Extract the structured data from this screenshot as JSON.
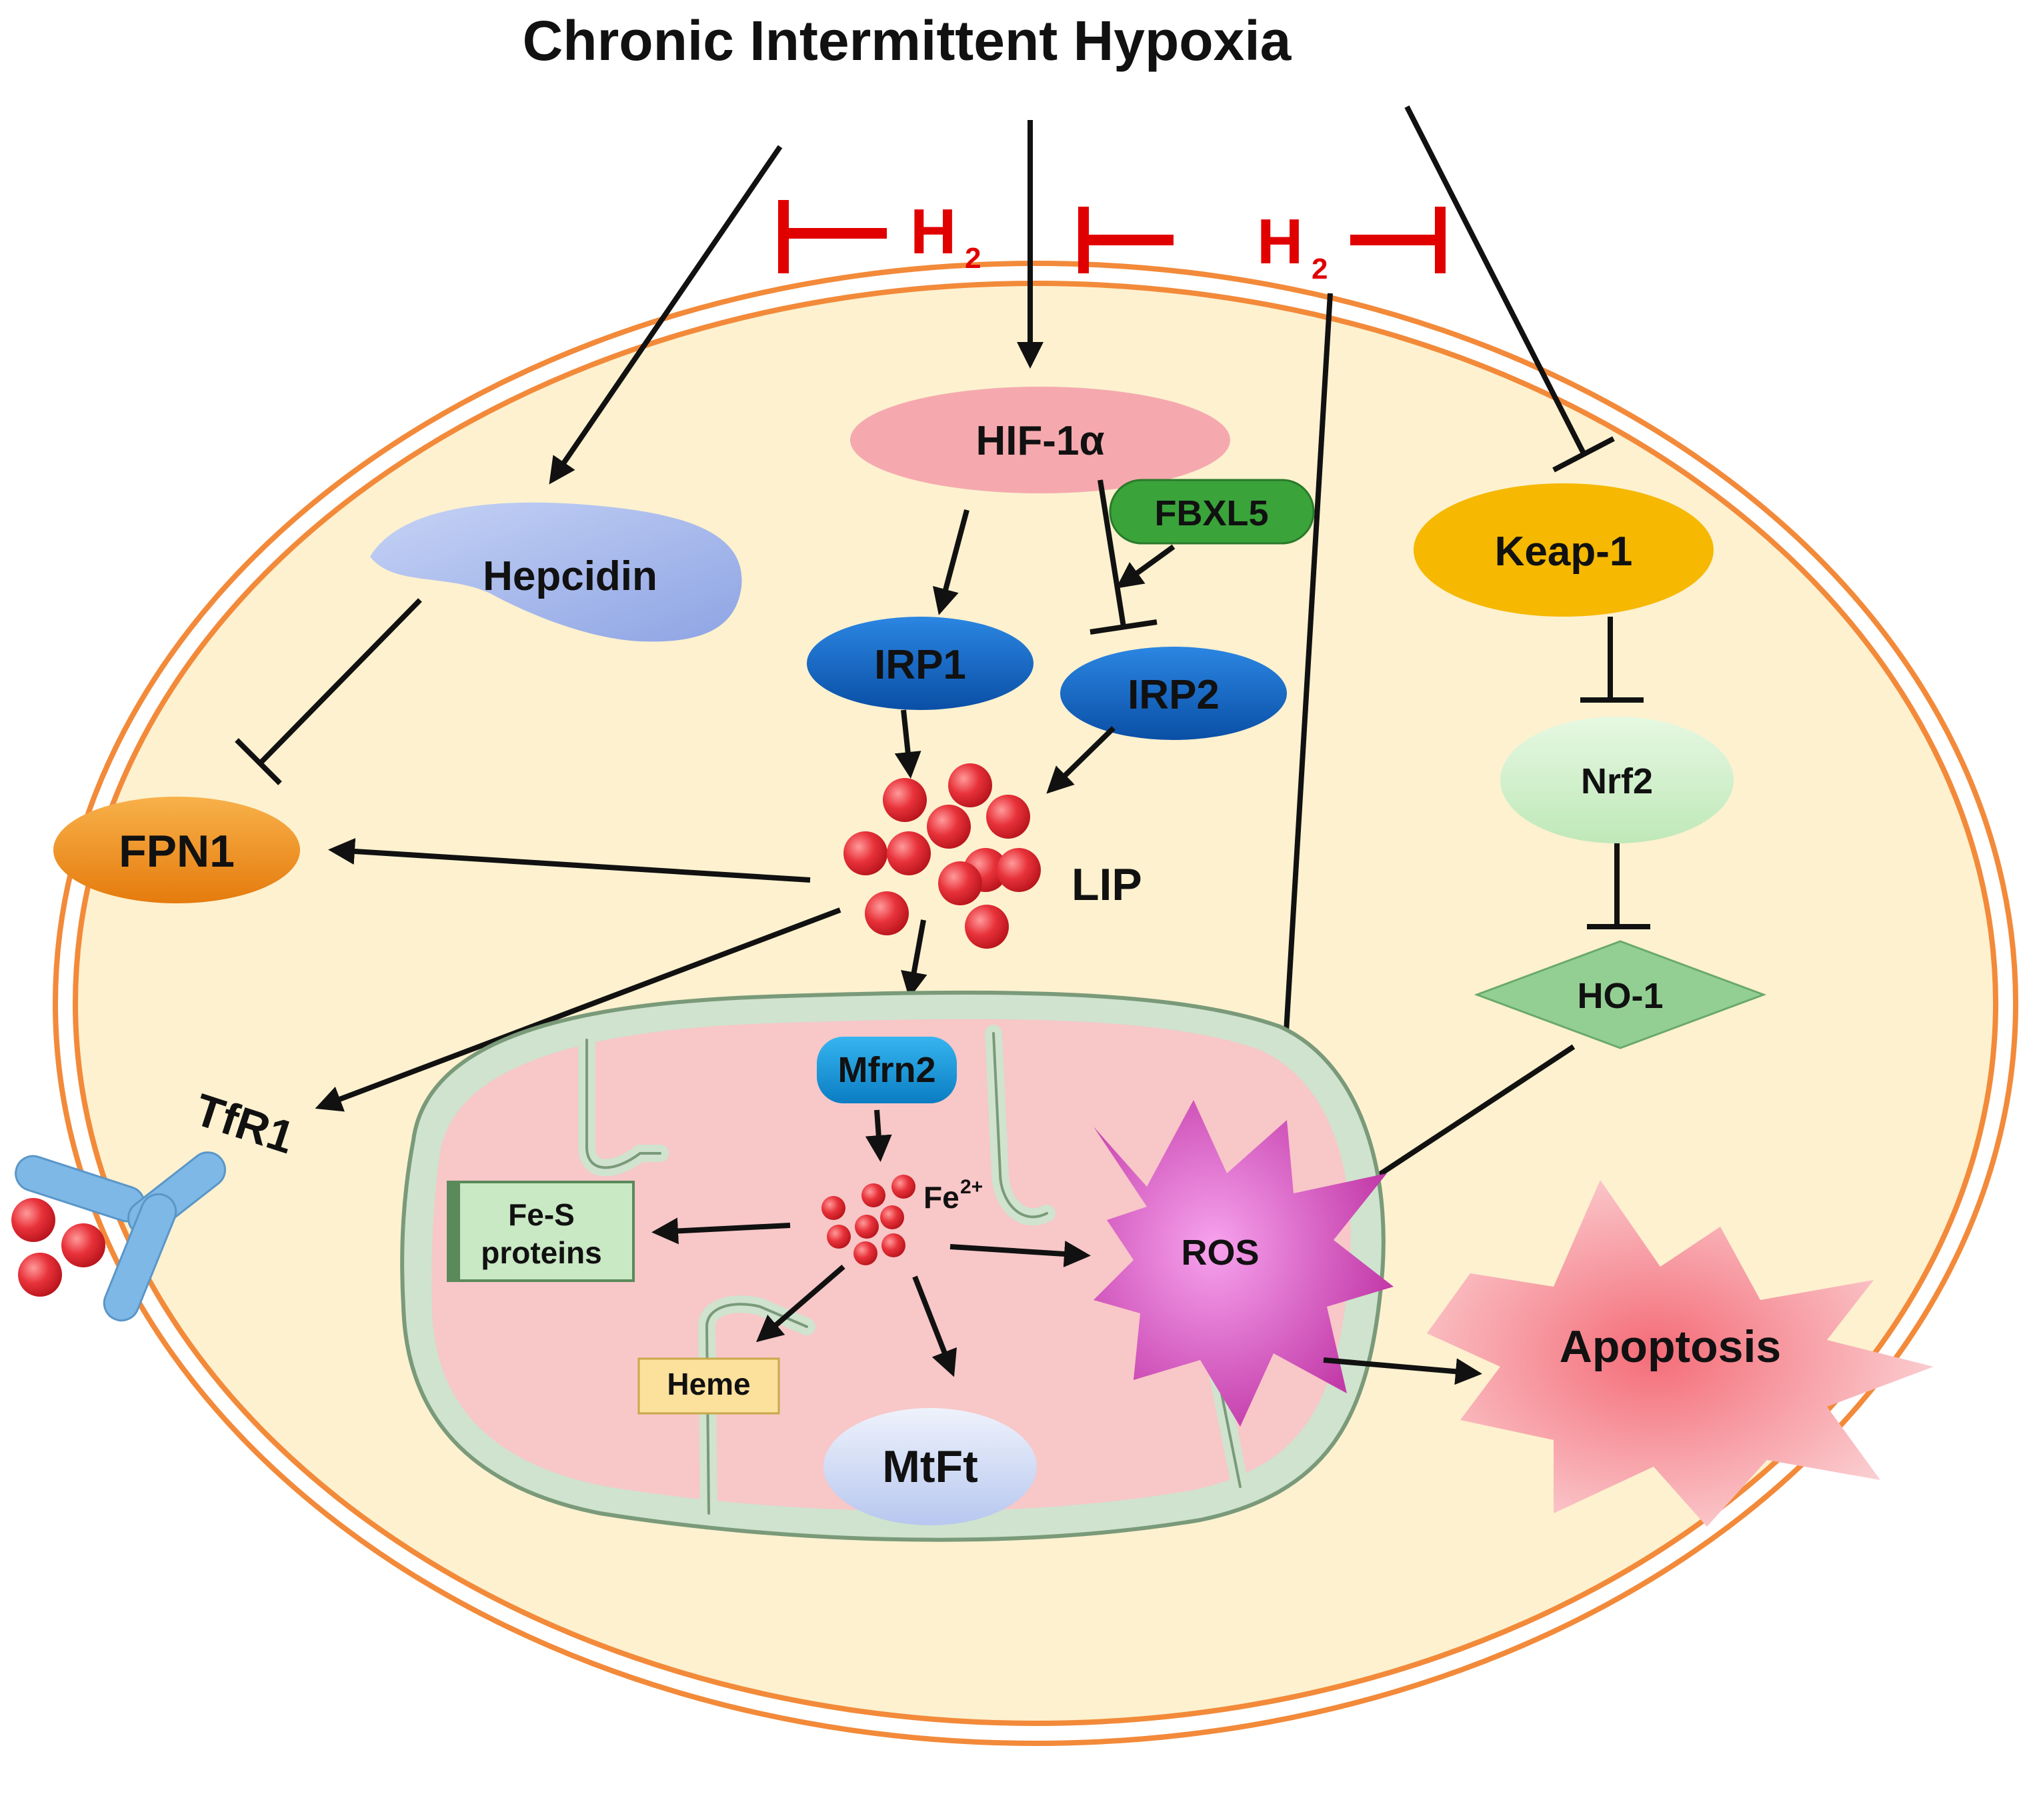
{
  "title": "Chronic Intermittent Hypoxia",
  "h2": {
    "main": "H",
    "sub": "2"
  },
  "nodes": {
    "hif": "HIF-1α",
    "fbxl5": "FBXL5",
    "hepcidin": "Hepcidin",
    "irp1": "IRP1",
    "irp2": "IRP2",
    "lip": "LIP",
    "fpn1": "FPN1",
    "tfr1": "TfR1",
    "keap1": "Keap-1",
    "nrf2": "Nrf2",
    "ho1": "HO-1",
    "mfrn2": "Mfrn2",
    "fe2": {
      "main": "Fe",
      "sup": "2+"
    },
    "fes": {
      "line1": "Fe-S",
      "line2": "proteins"
    },
    "heme": "Heme",
    "mtft": "MtFt",
    "ros": "ROS",
    "apoptosis": "Apoptosis"
  },
  "colors": {
    "membrane": "#f28a3a",
    "cytoplasm": "#fdf1cf",
    "inhibitor_h2": "#e00000",
    "iron": "#e8323a",
    "hif": "#f5a9ae",
    "fbxl5": "#3aa33a",
    "irp": "#1166c4",
    "hepcidin": "#9db1ea",
    "fpn1": "#f39a1f",
    "keap1": "#f6b800",
    "nrf2": "#c9efc4",
    "ho1": "#93cf93",
    "mito_outer": "#cfe3cf",
    "mito_matrix": "#f8c7c8",
    "ros": "#e866d6",
    "apoptosis": "#f4868e"
  }
}
